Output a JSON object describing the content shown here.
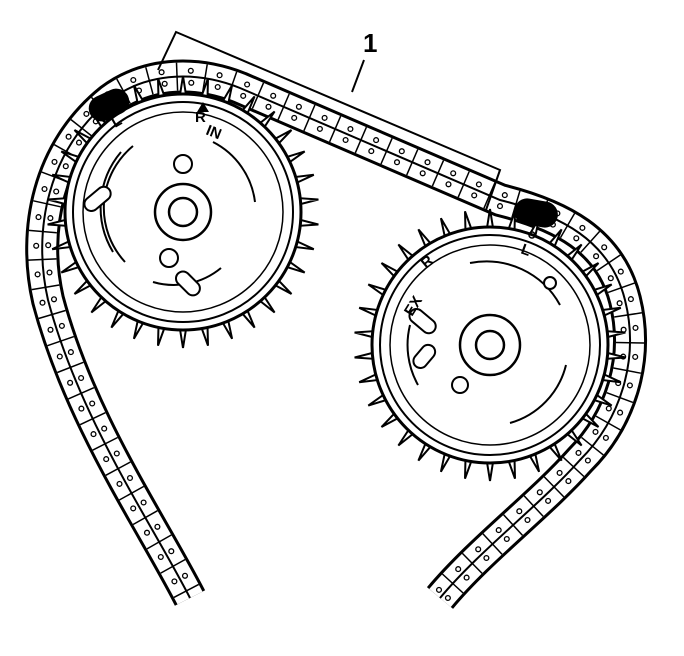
{
  "diagram": {
    "callout": {
      "number": "1"
    },
    "intake_sprocket": {
      "label": "IN",
      "marks": [
        "R",
        "L"
      ]
    },
    "exhaust_sprocket": {
      "label": "EX",
      "marks": [
        "R",
        "L"
      ]
    },
    "colors": {
      "ink": "#000000",
      "paper": "#ffffff"
    }
  }
}
